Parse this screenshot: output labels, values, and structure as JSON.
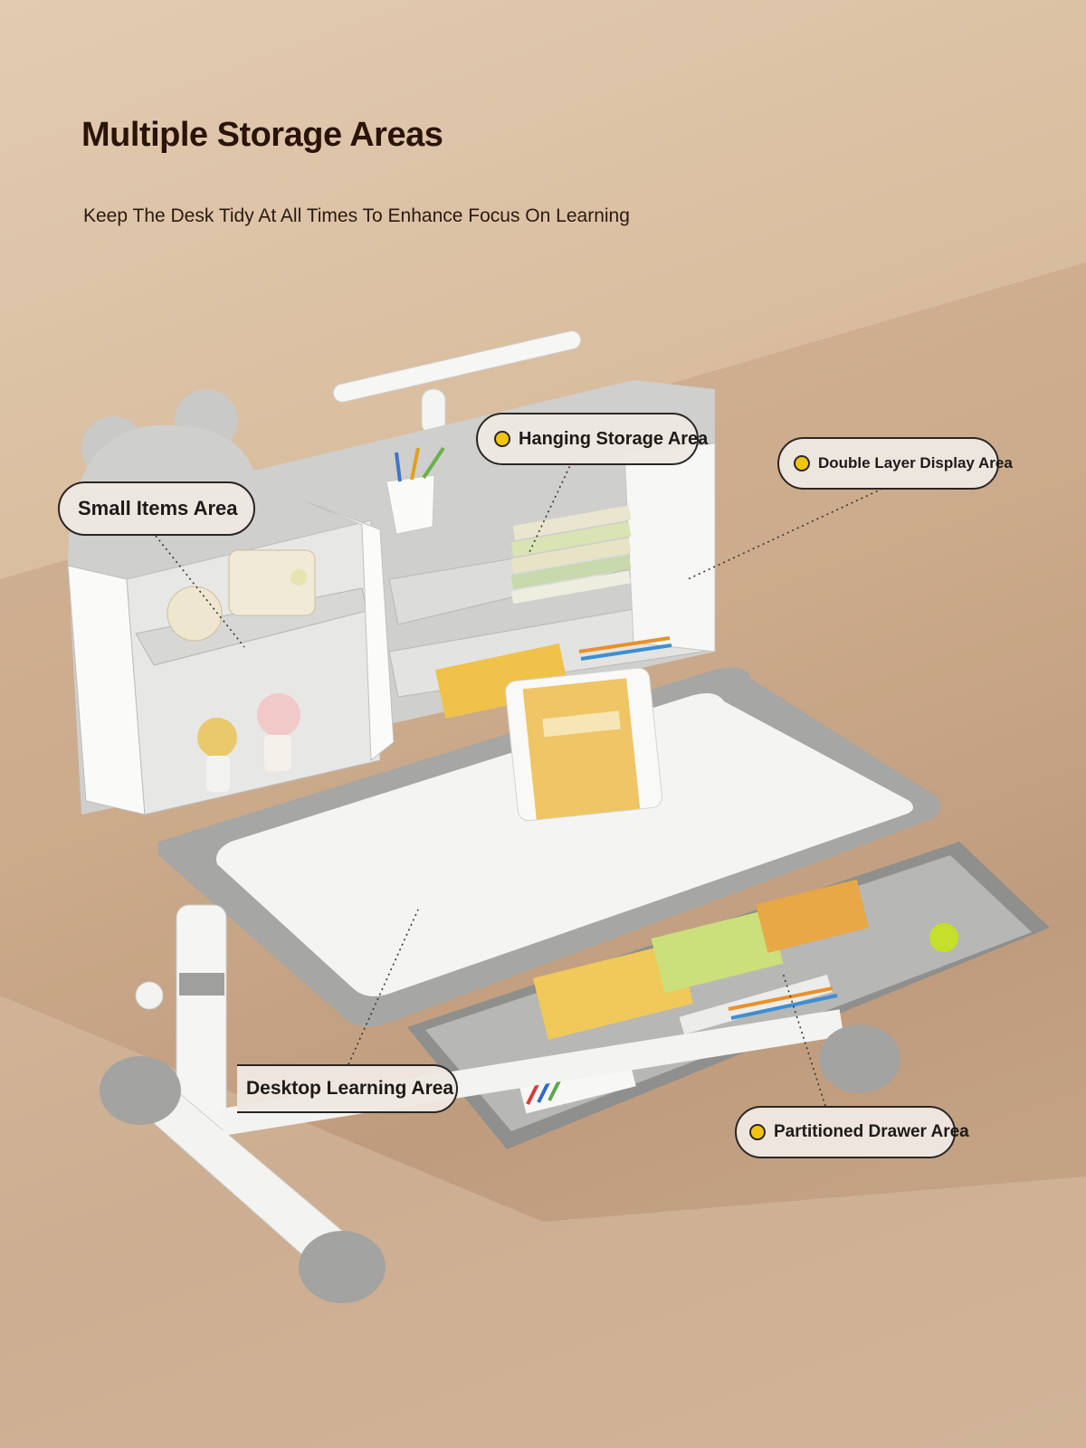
{
  "title": "Multiple Storage Areas",
  "subtitle": "Keep The Desk Tidy At All Times To Enhance Focus On Learning",
  "callouts": {
    "small_items": "Small Items Area",
    "hanging": "Hanging Storage Area",
    "double_layer": "Double Layer Display Area",
    "desktop": "Desktop Learning Area",
    "drawer": "Partitioned Drawer Area"
  },
  "colors": {
    "background": "#d6b898",
    "desk_white": "#f3f3f1",
    "desk_grey": "#a9a9a7",
    "callout_fill": "#eee8e2",
    "callout_dot": "#f2c40f",
    "title_text": "#2a1408"
  }
}
